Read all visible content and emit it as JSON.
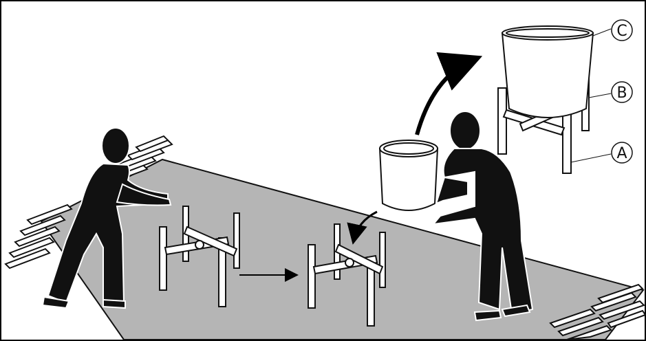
{
  "callouts": {
    "a": "A",
    "b": "B",
    "c": "C"
  },
  "colors": {
    "rug": "#b5b5b5",
    "figure": "#111111",
    "line": "#000000",
    "background": "#ffffff"
  },
  "icons": {
    "person_left": "person-pushing-stand-icon",
    "person_right": "person-carrying-pot-icon",
    "stand": "plant-stand-icon",
    "pot": "planter-pot-icon",
    "arrow": "direction-arrow-icon"
  }
}
